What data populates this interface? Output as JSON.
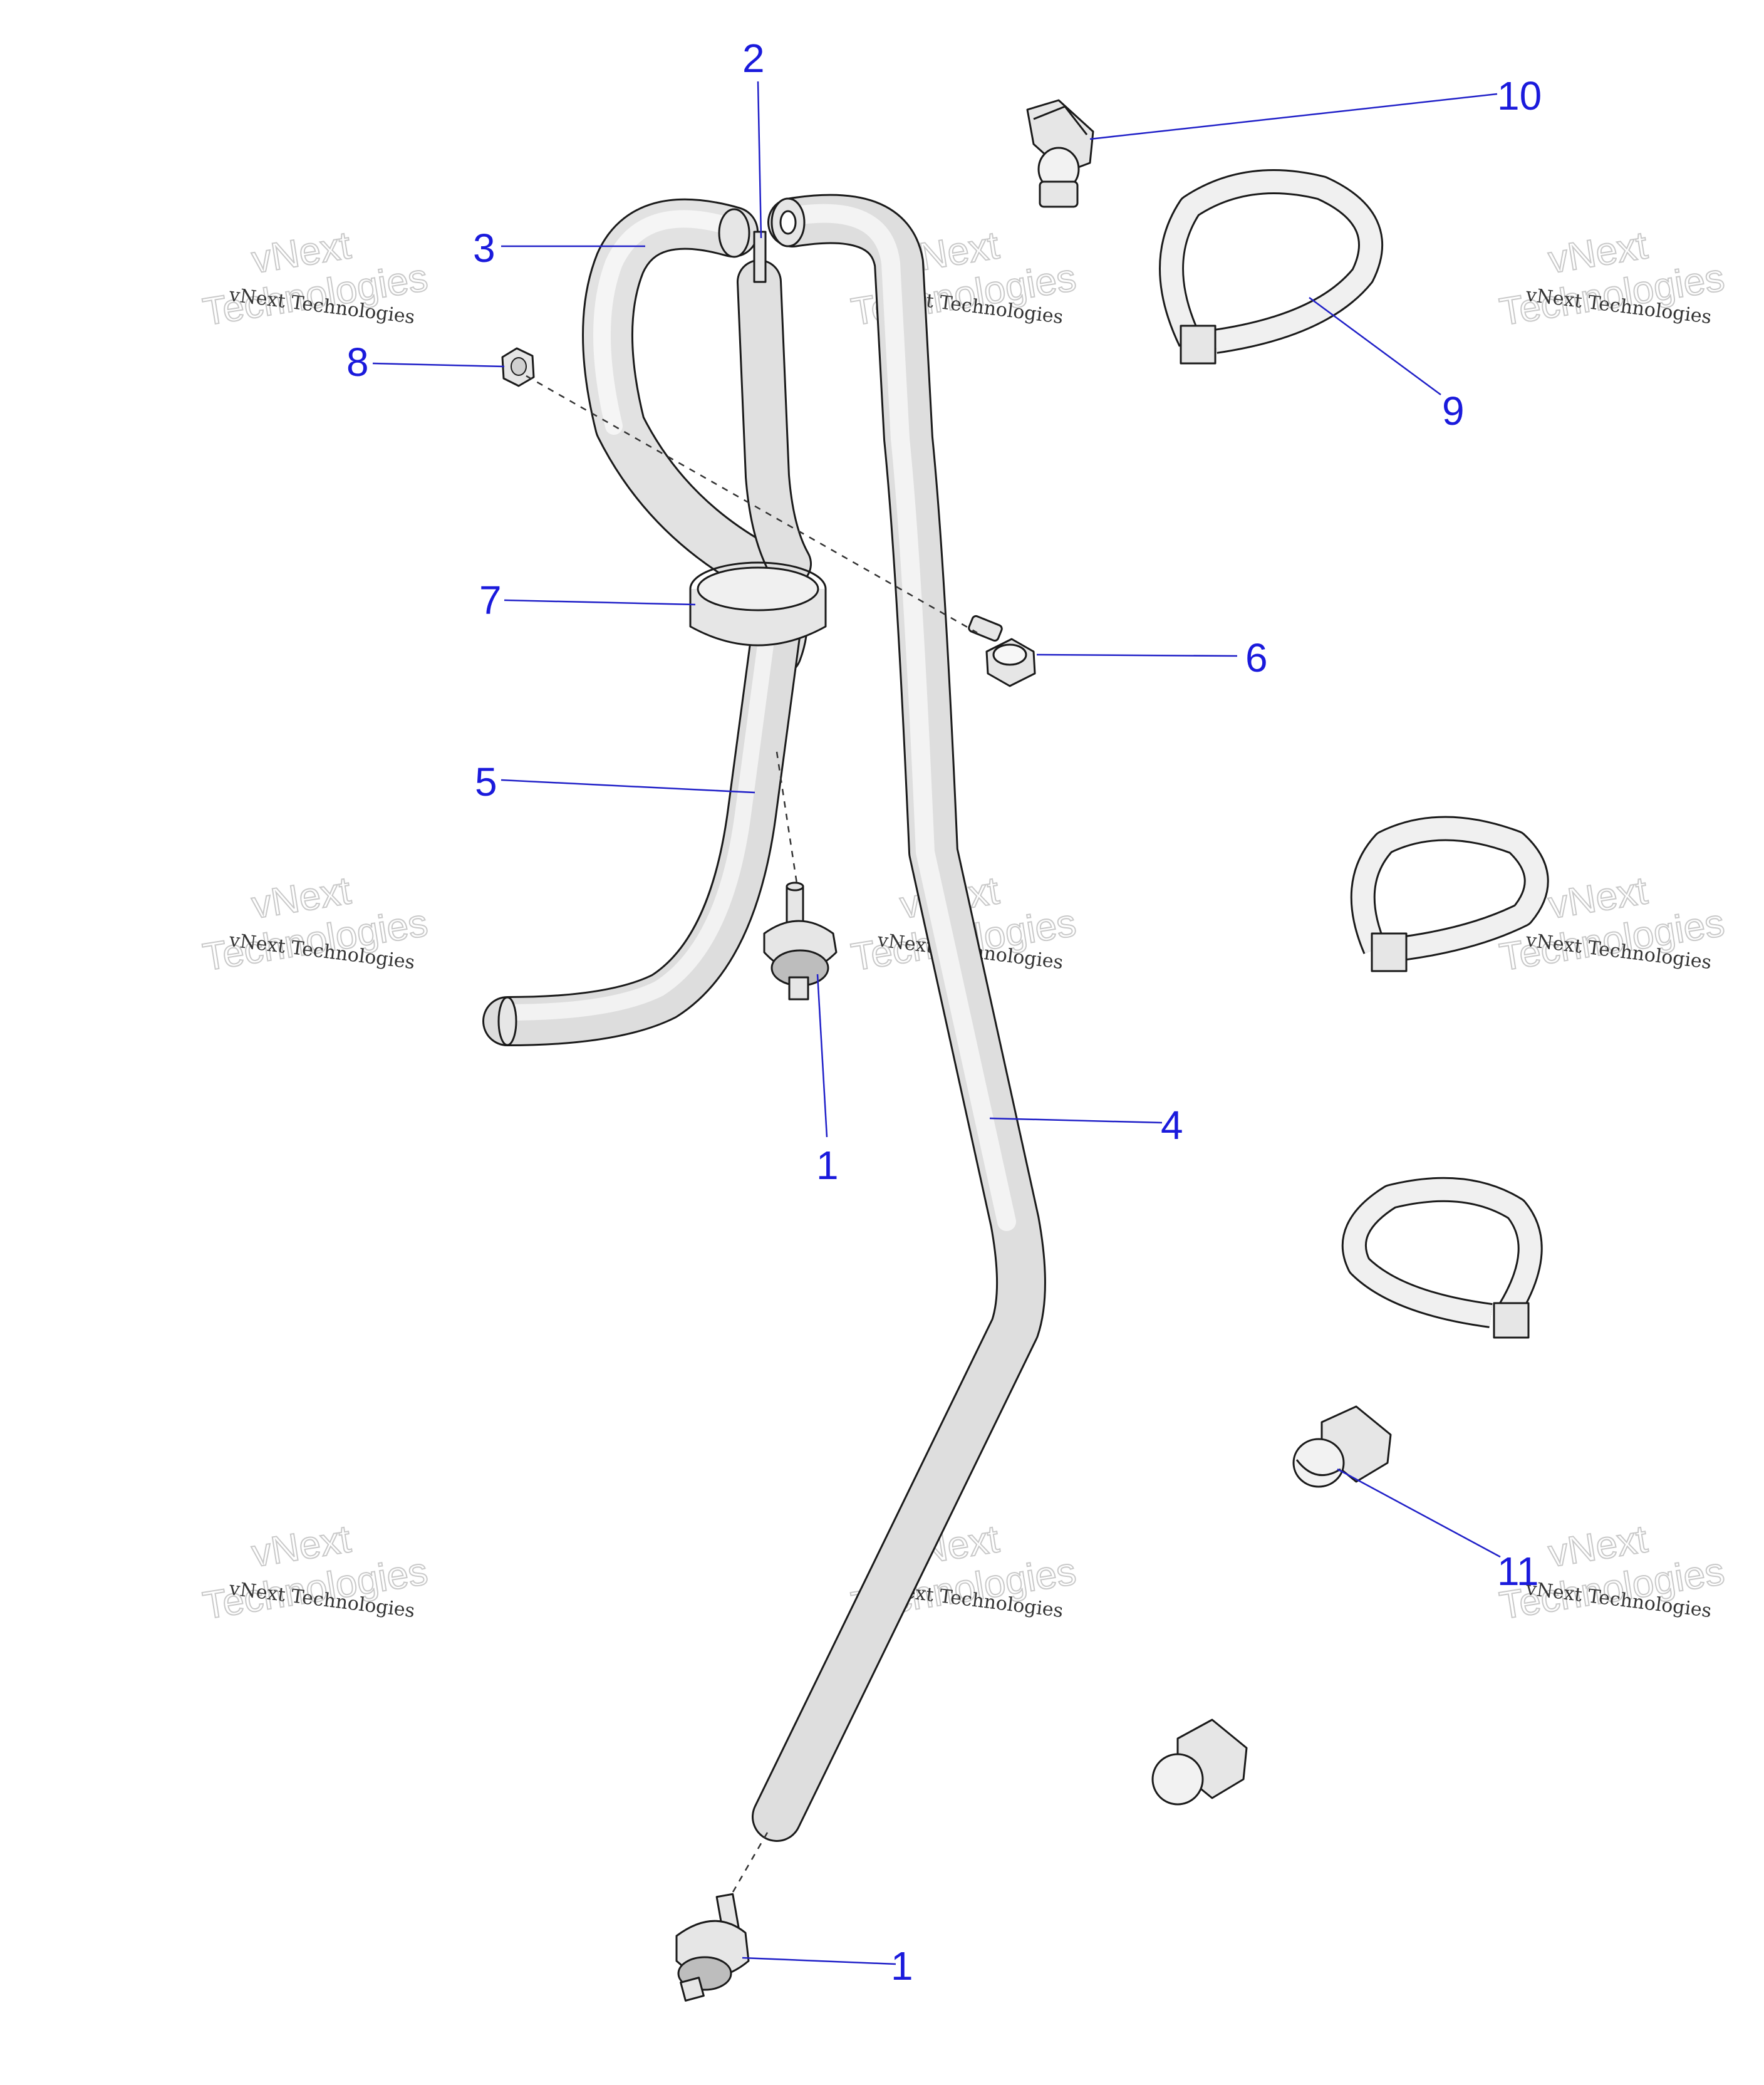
{
  "watermark": {
    "line1": "vNext",
    "line2": "Technologies",
    "small": "vNext Technologies"
  },
  "callouts": [
    {
      "id": "c1a",
      "label": "1"
    },
    {
      "id": "c1b",
      "label": "1"
    },
    {
      "id": "c2",
      "label": "2"
    },
    {
      "id": "c3",
      "label": "3"
    },
    {
      "id": "c4",
      "label": "4"
    },
    {
      "id": "c5",
      "label": "5"
    },
    {
      "id": "c6",
      "label": "6"
    },
    {
      "id": "c7",
      "label": "7"
    },
    {
      "id": "c8",
      "label": "8"
    },
    {
      "id": "c9",
      "label": "9"
    },
    {
      "id": "c10",
      "label": "10"
    },
    {
      "id": "c11",
      "label": "11"
    }
  ],
  "colors": {
    "callout": "#1a1adc",
    "leader": "#2020c8",
    "part_fill": "#e6e6e6",
    "outline": "#1a1a1a"
  }
}
